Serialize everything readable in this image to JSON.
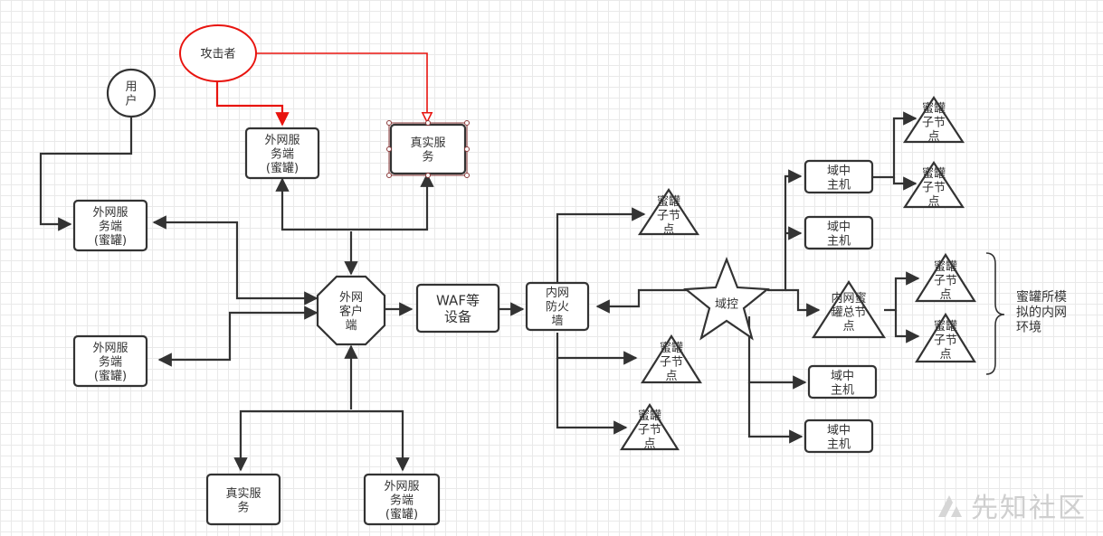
{
  "nodes": {
    "user": [
      "用",
      "户"
    ],
    "attacker": [
      "攻击者"
    ],
    "honeypot_service_top": [
      "外网服",
      "务端",
      "(蜜罐)"
    ],
    "real_service_top": [
      "真实服",
      "务"
    ],
    "honeypot_service_left_top": [
      "外网服",
      "务端",
      "(蜜罐)"
    ],
    "honeypot_service_left_bottom": [
      "外网服",
      "务端",
      "(蜜罐)"
    ],
    "external_client": [
      "外网",
      "客户",
      "端"
    ],
    "waf": [
      "WAF等",
      "设备"
    ],
    "intranet_firewall": [
      "内网",
      "防火",
      "墙"
    ],
    "real_service_bottom": [
      "真实服",
      "务"
    ],
    "honeypot_service_bottom": [
      "外网服",
      "务端",
      "(蜜罐)"
    ],
    "honeypot_child_1": [
      "蜜罐",
      "子节",
      "点"
    ],
    "honeypot_child_2": [
      "蜜罐",
      "子节",
      "点"
    ],
    "honeypot_child_3": [
      "蜜罐",
      "子节",
      "点"
    ],
    "domain_controller": [
      "域控"
    ],
    "domain_host_1": [
      "域中",
      "主机"
    ],
    "domain_host_2": [
      "域中",
      "主机"
    ],
    "domain_host_3": [
      "域中",
      "主机"
    ],
    "domain_host_4": [
      "域中",
      "主机"
    ],
    "honeypot_master": [
      "内网蜜",
      "罐总节",
      "点"
    ],
    "honeypot_child_4": [
      "蜜罐",
      "子节",
      "点"
    ],
    "honeypot_child_5": [
      "蜜罐",
      "子节",
      "点"
    ],
    "honeypot_child_6": [
      "蜜罐",
      "子节",
      "点"
    ],
    "honeypot_child_7": [
      "蜜罐",
      "子节",
      "点"
    ],
    "simulated_intranet_label": [
      "蜜罐所模",
      "拟的内网",
      "环境"
    ]
  },
  "watermark": "先知社区",
  "colors": {
    "line": "#333333",
    "attack": "#e8140f",
    "selection": "#8b3a3a"
  }
}
